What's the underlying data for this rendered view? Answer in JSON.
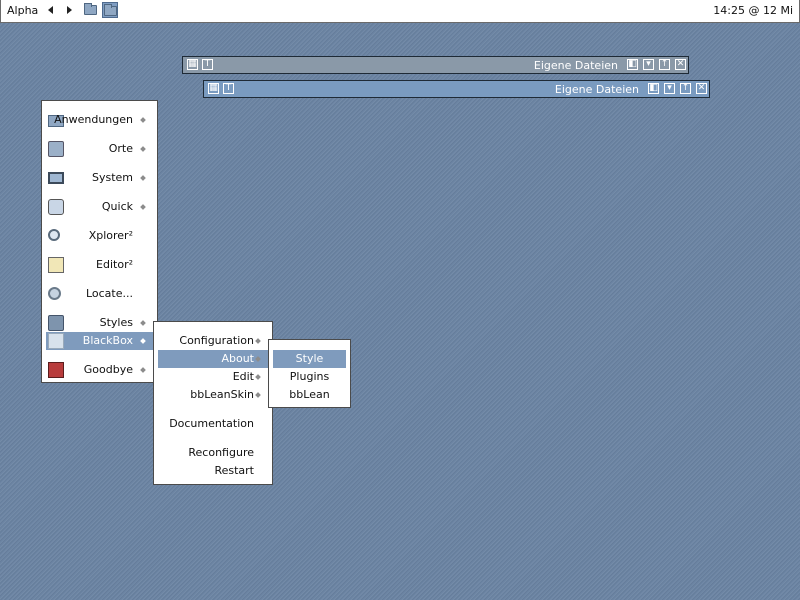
{
  "toolbar": {
    "workspace": "Alpha",
    "clock": "14:25 @ 12 Mi"
  },
  "windows": [
    {
      "title": "Eigene Dateien",
      "state": "inactive"
    },
    {
      "title": "Eigene Dateien",
      "state": "active"
    }
  ],
  "root_menu": {
    "items": [
      {
        "label": "Anwendungen",
        "icon": "folder-icon",
        "submenu": true
      },
      {
        "label": "Orte",
        "icon": "places-icon",
        "submenu": true
      },
      {
        "label": "System",
        "icon": "computer-icon",
        "submenu": true
      },
      {
        "label": "Quick",
        "icon": "quick-launch-icon",
        "submenu": true
      },
      {
        "label": "Xplorer²",
        "icon": "explorer-icon",
        "submenu": false
      },
      {
        "label": "Editor²",
        "icon": "editor-icon",
        "submenu": false
      },
      {
        "label": "Locate...",
        "icon": "search-icon",
        "submenu": false
      },
      {
        "label": "Styles",
        "icon": "styles-icon",
        "submenu": true
      },
      {
        "label": "BlackBox",
        "icon": "blackbox-icon",
        "submenu": true,
        "active": true
      },
      {
        "label": "Goodbye",
        "icon": "goodbye-icon",
        "submenu": true
      }
    ]
  },
  "blackbox_menu": {
    "items": [
      {
        "label": "Configuration",
        "submenu": true
      },
      {
        "label": "About",
        "submenu": true,
        "active": true
      },
      {
        "label": "Edit",
        "submenu": true
      },
      {
        "label": "bbLeanSkin",
        "submenu": true
      },
      {
        "label": "Documentation",
        "submenu": false
      },
      {
        "label": "Reconfigure",
        "submenu": false
      },
      {
        "label": "Restart",
        "submenu": false
      }
    ]
  },
  "about_menu": {
    "items": [
      {
        "label": "Style",
        "active": true
      },
      {
        "label": "Plugins"
      },
      {
        "label": "bbLean"
      }
    ]
  },
  "colors": {
    "desktop": "#6b84a3",
    "highlight": "#7f9bbd",
    "active_window": "#7a9bc0",
    "inactive_window": "#8a99a8"
  }
}
